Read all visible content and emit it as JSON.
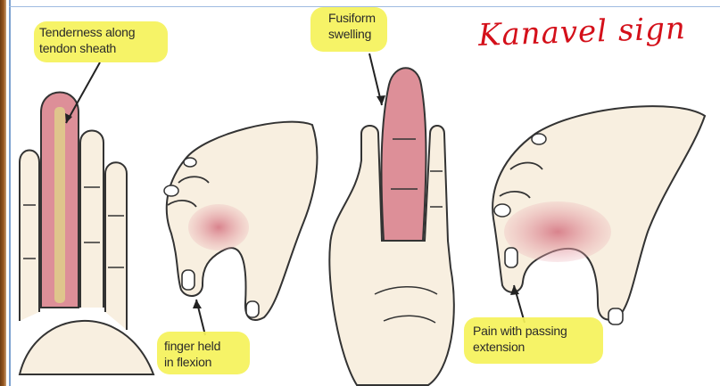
{
  "labels": {
    "tenderness": "Tenderness along\ntendon sheath",
    "fusiform": "Fusiform\nswelling",
    "flexion": "finger held\nin flexion",
    "pain": "Pain with passing\nextension"
  },
  "handwritten_title": "Kanavel sign",
  "colors": {
    "skin": "#f8efe0",
    "inflamed": "#dd8f98",
    "sheath": "#dfc58c",
    "outline": "#333333",
    "highlight": "#f5f25a",
    "ink_red": "#d4101a"
  }
}
